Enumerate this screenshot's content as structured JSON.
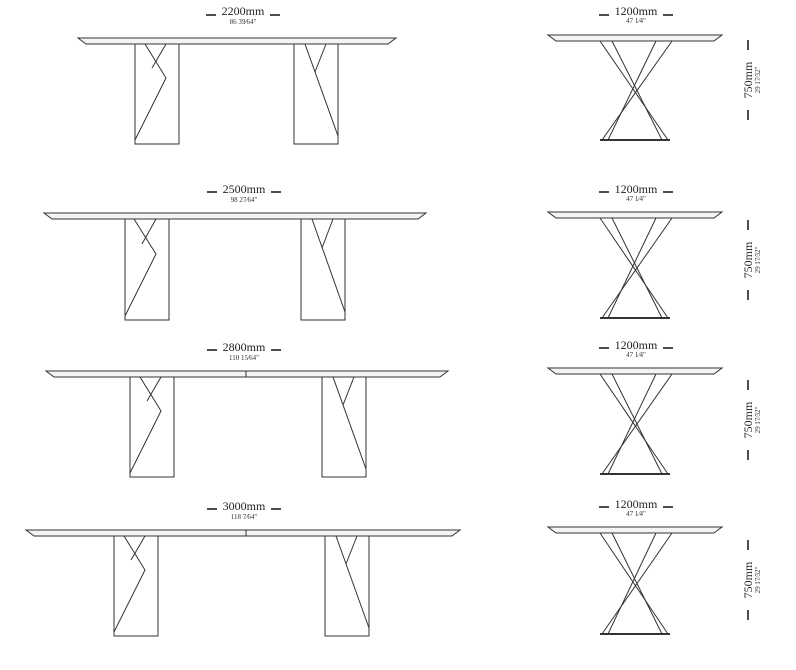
{
  "tables": [
    {
      "front": {
        "length_main": "2200mm",
        "length_sub": "86 39⁄64\""
      },
      "side": {
        "width_main": "1200mm",
        "width_sub": "47 1⁄4\"",
        "height_main": "750mm",
        "height_sub": "29 17⁄32\""
      }
    },
    {
      "front": {
        "length_main": "2500mm",
        "length_sub": "98 27⁄64\""
      },
      "side": {
        "width_main": "1200mm",
        "width_sub": "47 1⁄4\"",
        "height_main": "750mm",
        "height_sub": "29 17⁄32\""
      }
    },
    {
      "front": {
        "length_main": "2800mm",
        "length_sub": "110 15⁄64\""
      },
      "side": {
        "width_main": "1200mm",
        "width_sub": "47 1⁄4\"",
        "height_main": "750mm",
        "height_sub": "29 17⁄32\""
      }
    },
    {
      "front": {
        "length_main": "3000mm",
        "length_sub": "118 7⁄64\""
      },
      "side": {
        "width_main": "1200mm",
        "width_sub": "47 1⁄4\"",
        "height_main": "750mm",
        "height_sub": "29 17⁄32\""
      }
    }
  ]
}
